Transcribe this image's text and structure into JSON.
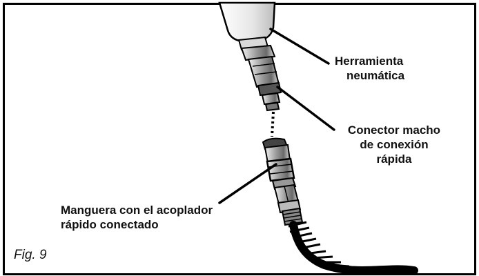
{
  "figure": {
    "caption": "Fig. 9",
    "callouts": {
      "tool": [
        "Herramienta",
        "neumática"
      ],
      "male_connector": [
        "Conector macho",
        "de conexión",
        "rápida"
      ],
      "hose": [
        "Manguera con el acoplador",
        "rápido conectado"
      ]
    }
  }
}
